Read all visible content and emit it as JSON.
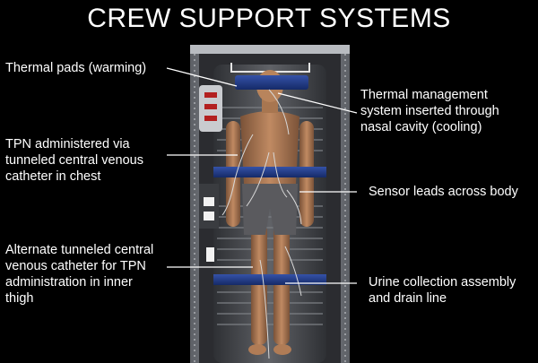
{
  "title": "CREW SUPPORT SYSTEMS",
  "callouts": {
    "thermal_pads": [
      "Thermal pads (warming)"
    ],
    "thermal_management": [
      "Thermal management",
      "system inserted through",
      "nasal cavity (cooling)"
    ],
    "tpn_chest": [
      "TPN administered via",
      "tunneled central venous",
      "catheter in chest"
    ],
    "sensor_leads": [
      "Sensor leads across body"
    ],
    "alternate_catheter": [
      "Alternate tunneled central",
      "venous catheter for TPN",
      "administration in inner",
      "thigh"
    ],
    "urine_collection": [
      "Urine collection assembly",
      "and drain line"
    ]
  },
  "colors": {
    "background": "#000000",
    "text": "#ffffff",
    "strap": "#1f3c8c",
    "pod_frame": "#8d9096",
    "bed": "#4a4c50"
  }
}
